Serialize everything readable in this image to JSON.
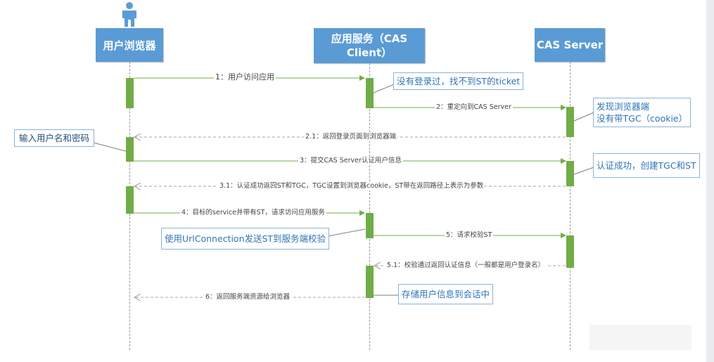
{
  "actors": {
    "browser": "用户浏览器",
    "client": "应用服务（CAS Client）",
    "server": "CAS Server"
  },
  "messages": {
    "m1": "1：用户访问应用",
    "m2": "2：重定向到CAS Server",
    "m21": "2.1：返回登录页面到浏览器端",
    "m3": "3：提交CAS Server认证用户信息",
    "m31": "3.1：认证成功返回ST和TGC，TGC设置到浏览器cookie，ST带在返回路径上表示为参数",
    "m4": "4：目标的service并带有ST，请求访问应用服务",
    "m5": "5：请求校验ST",
    "m51": "5.1：校验通过返回认证信息（一般都是用户登录名）",
    "m6": "6：返回服务端资源给浏览器"
  },
  "notes": {
    "no_ticket": "没有登录过，找不到ST的ticket",
    "no_tgc_line1": "发现浏览器端",
    "no_tgc_line2": "没有带TGC（cookie）",
    "enter_credentials": "输入用户名和密码",
    "auth_success": "认证成功，创建TGC和ST",
    "url_connection": "使用UrlConnection发送ST到服务端校验",
    "store_session": "存储用户信息到会话中"
  },
  "colors": {
    "header_bg": "#5b9bd5",
    "activation": "#70ad47",
    "note_border": "#8cb4d6",
    "note_text": "#2e75b6",
    "arrow": "#70ad47",
    "return_arrow": "#a6a6a6"
  }
}
